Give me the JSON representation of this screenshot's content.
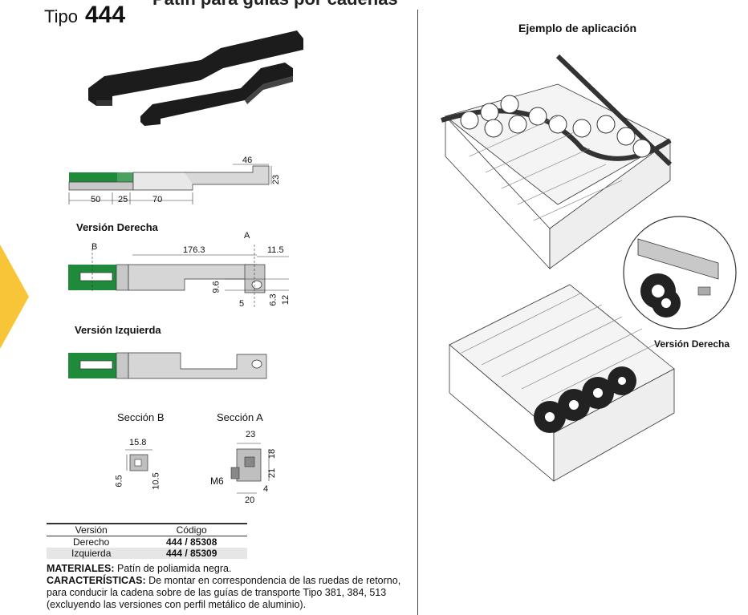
{
  "header": {
    "title_cut": "Patín para guías por cadenas",
    "tipo_label": "Tipo",
    "tipo_number": "444"
  },
  "drawing_top": {
    "dims": {
      "d46": "46",
      "d23": "23",
      "d50": "50",
      "d25": "25",
      "d70": "70"
    }
  },
  "version_derecha": {
    "title": "Versión Derecha",
    "dims": {
      "b": "B",
      "a": "A",
      "d176": "176.3",
      "d11": "11.5",
      "d96": "9.6",
      "d5": "5",
      "d63": "6.3",
      "d12": "12"
    }
  },
  "version_izquierda": {
    "title": "Versión Izquierda"
  },
  "secciones": {
    "b_title": "Sección B",
    "a_title": "Sección A",
    "b_dims": {
      "d158": "15.8",
      "d65": "6.5",
      "d105": "10.5"
    },
    "a_dims": {
      "d23": "23",
      "d18": "18",
      "d21": "21",
      "m6": "M6",
      "d4": "4",
      "d20": "20"
    }
  },
  "codes_table": {
    "headers": [
      "Versión",
      "Código"
    ],
    "rows": [
      {
        "version": "Derecho",
        "code": "444 / 85308"
      },
      {
        "version": "Izquierda",
        "code": "444 / 85309"
      }
    ]
  },
  "notes": {
    "materiales_label": "MATERIALES:",
    "materiales_text": "Patín de poliamida negra.",
    "caract_label": "CARACTERÍSTICAS:",
    "caract_text": "De montar en correspondencia de las ruedas de retorno, para conducir la cadena sobre de las guías de transporte Tipo 381, 384, 513 (excluyendo las versiones con perfil metálico de aluminio)."
  },
  "right": {
    "title": "Ejemplo de aplicación",
    "callout": "Versión Derecha"
  },
  "colors": {
    "green": "#1f8a3a",
    "gray": "#c8c8c8",
    "accent_tab": "#f8c438"
  }
}
